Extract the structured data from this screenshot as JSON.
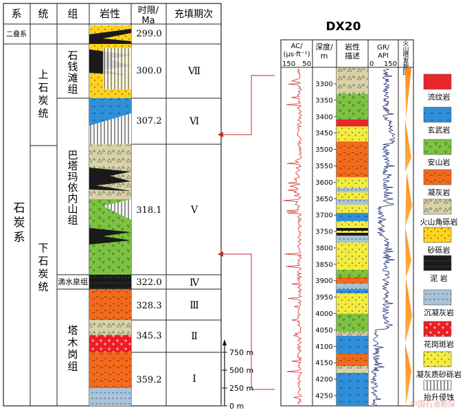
{
  "strat": {
    "headers": {
      "system": "系",
      "series": "统",
      "group": "组",
      "lithology": "岩性",
      "age": "时限/\nMa",
      "period": "充填期次"
    },
    "top_system": "二叠系",
    "system": "石炭系",
    "series_upper": "上石炭统",
    "series_lower": "下石炭统",
    "groups": [
      {
        "name": "石钱滩组"
      },
      {
        "name": "巴塔玛依内山组"
      },
      {
        "name": "滴水泉组"
      },
      {
        "name": "塔木岗组"
      }
    ],
    "ages": [
      "299.0",
      "300.0",
      "307.2",
      "318.1",
      "322.0",
      "328.3",
      "345.3",
      "359.2"
    ],
    "periods": [
      "Ⅶ",
      "Ⅵ",
      "Ⅴ",
      "Ⅳ",
      "Ⅲ",
      "Ⅱ",
      "Ⅰ"
    ],
    "scale": [
      "750 m",
      "500 m",
      "250 m",
      "0 m"
    ]
  },
  "well": {
    "title": "DX20",
    "col_ac": "AC/\n(μs·ft⁻¹)",
    "ac_min": "150",
    "ac_max": "50",
    "col_depth": "深度/\nm",
    "col_lith": "岩性\n描述",
    "col_gr": "GR/\nAPI",
    "gr_min": "0",
    "gr_max": "150",
    "col_cycle": "火山喷发旋回",
    "depths": [
      "3300",
      "3350",
      "3400",
      "3450",
      "3500",
      "3550",
      "3600",
      "3650",
      "3700",
      "3750",
      "3800",
      "3850",
      "3900",
      "3950",
      "4000",
      "4050",
      "4100",
      "4150",
      "4200",
      "4250"
    ]
  },
  "legend": [
    {
      "label": "流纹岩",
      "color": "#e8262b"
    },
    {
      "label": "玄武岩",
      "color": "#2f8fd8"
    },
    {
      "label": "安山岩",
      "color": "#7dc242"
    },
    {
      "label": "凝灰岩",
      "color": "#f26b1d"
    },
    {
      "label": "火山角砾岩",
      "color": "#d8d2a6"
    },
    {
      "label": "砂砾岩",
      "color": "#ffd21f"
    },
    {
      "label": "泥 岩",
      "color": "#1a1a1a"
    },
    {
      "label": "沉凝灰岩",
      "color": "#a9c4d9"
    },
    {
      "label": "花岗斑岩",
      "color": "#ee1c24"
    },
    {
      "label": "凝灰质砂砾岩",
      "color": "#f4ec3c"
    },
    {
      "label": "抬升侵蚀",
      "color": "#ffffff"
    }
  ],
  "watermark": "中国石油勘探"
}
